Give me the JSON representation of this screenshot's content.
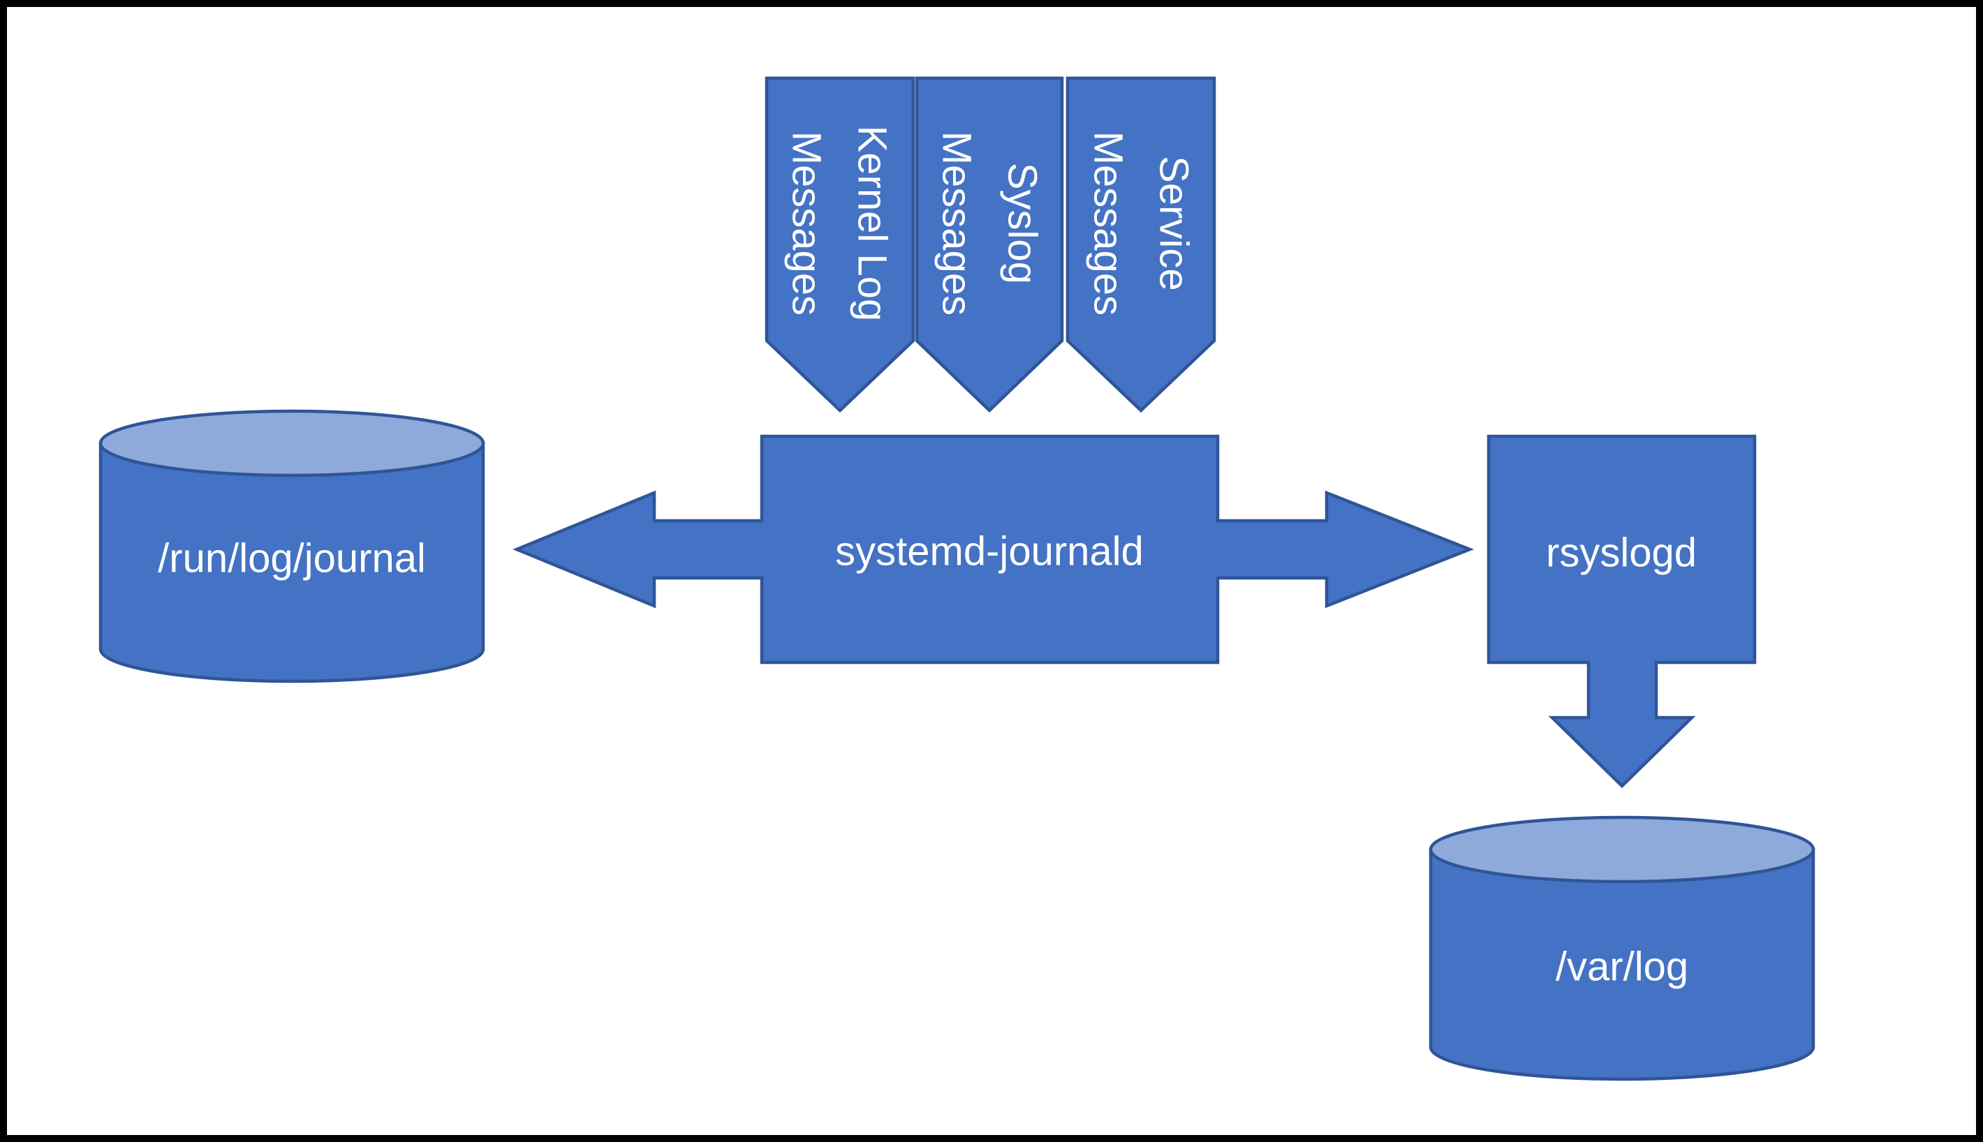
{
  "colors": {
    "shape_fill": "#4472C4",
    "shape_stroke": "#2F5597",
    "cylinder_top_fill": "#8EAADB",
    "label_text": "#FFFFFF",
    "frame": "#000000",
    "background": "#FFFFFF"
  },
  "input_arrows": [
    {
      "line1": "Kernel Log",
      "line2": "Messages"
    },
    {
      "line1": "Syslog",
      "line2": "Messages"
    },
    {
      "line1": "Service",
      "line2": "Messages"
    }
  ],
  "nodes": {
    "journald": "systemd-journald",
    "run_log_journal": "/run/log/journal",
    "rsyslogd": "rsyslogd",
    "var_log": "/var/log"
  }
}
